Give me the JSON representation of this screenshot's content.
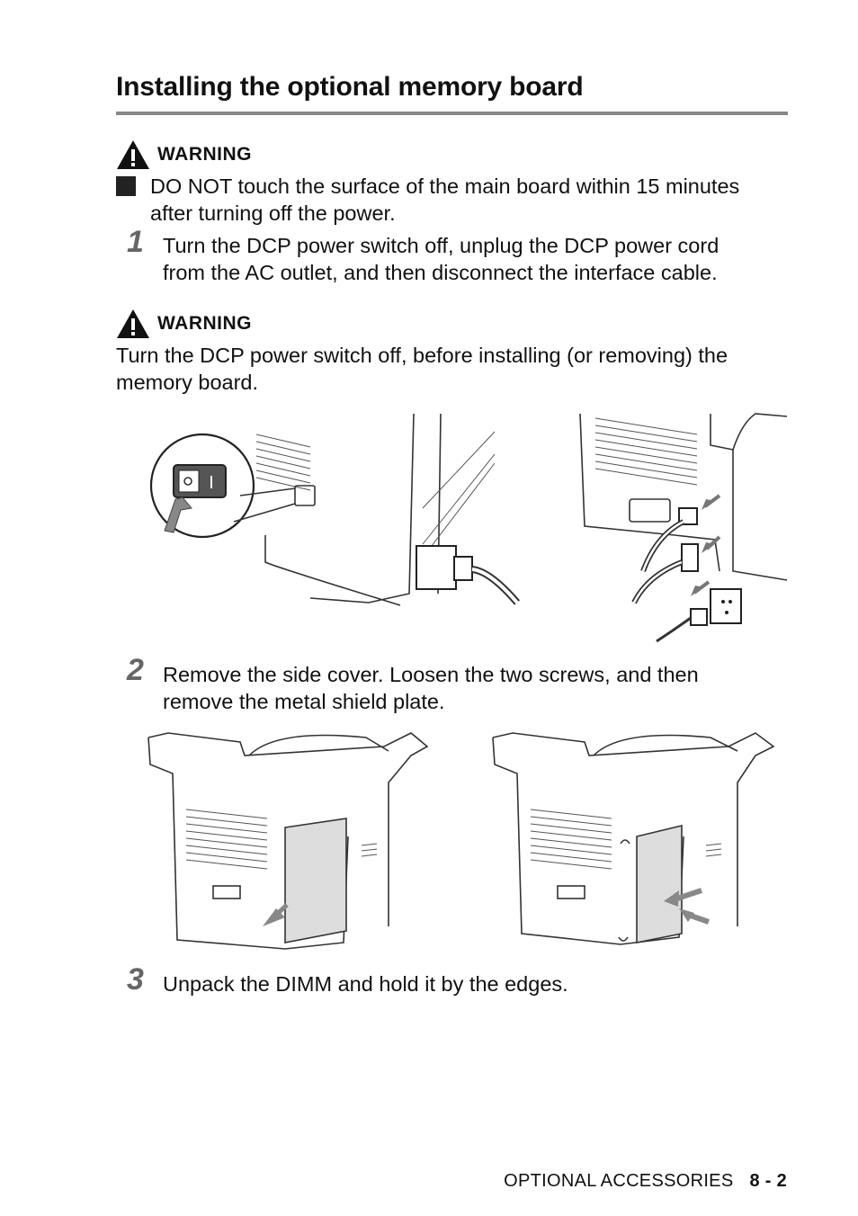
{
  "page": {
    "title": "Installing the optional memory board",
    "warnings": [
      {
        "label": "WARNING"
      },
      {
        "label": "WARNING"
      }
    ],
    "bullet_text_1": "DO NOT touch the surface of the main board within 15 minutes",
    "bullet_text_2": "after turning off the power.",
    "steps": [
      {
        "number": "1",
        "line1": "Turn the DCP power switch off, unplug the DCP power cord",
        "line2": "from the AC outlet, and then disconnect the interface cable."
      },
      {
        "number": "2",
        "line1": "Remove the side cover. Loosen the two screws, and then",
        "line2": "remove the metal shield plate."
      },
      {
        "number": "3",
        "line1": "Unpack the DIMM and hold it by the edges."
      }
    ],
    "warning2_text_1": "Turn the DCP power switch off, before installing (or removing) the",
    "warning2_text_2": "memory board.",
    "footer": {
      "section": "OPTIONAL ACCESSORIES",
      "page": "8 - 2"
    }
  },
  "illustrations": {
    "switch_labels": {
      "off": "O",
      "on": "I"
    }
  }
}
